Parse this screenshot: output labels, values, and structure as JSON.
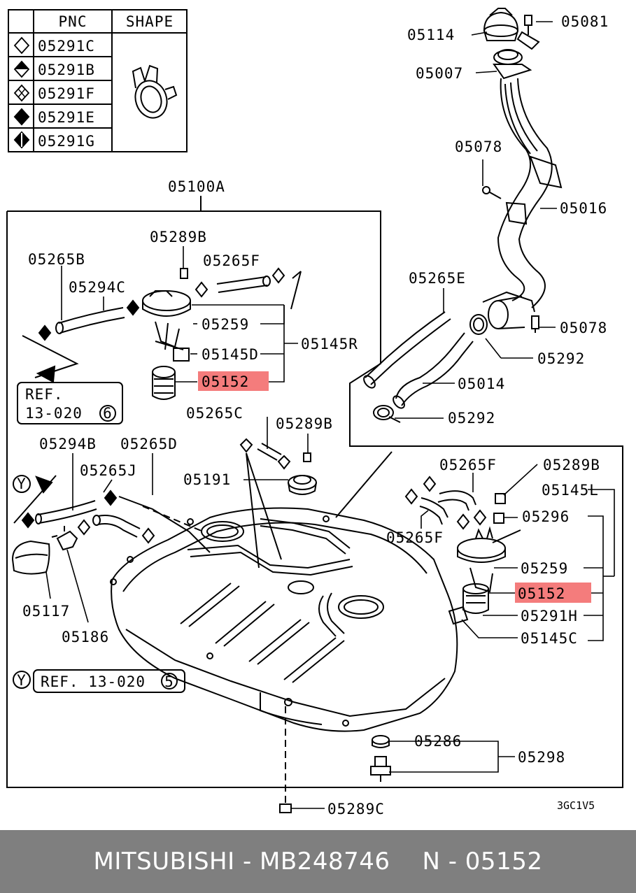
{
  "legend": {
    "header_pnc": "PNC",
    "header_shape": "SHAPE",
    "rows": [
      {
        "symbol": "diamond-outline-icon",
        "pnc": "05291C"
      },
      {
        "symbol": "diamond-half-icon",
        "pnc": "05291B"
      },
      {
        "symbol": "diamond-cross-icon",
        "pnc": "05291F"
      },
      {
        "symbol": "diamond-filled-icon",
        "pnc": "05291E"
      },
      {
        "symbol": "diamond-split-icon",
        "pnc": "05291G"
      }
    ]
  },
  "labels": {
    "p05081": "05081",
    "p05114": "05114",
    "p05007": "05007",
    "p05078a": "05078",
    "p05016": "05016",
    "p05100a": "05100A",
    "p05289b_top": "05289B",
    "p05265b": "05265B",
    "p05265f_top": "05265F",
    "p05294c": "05294C",
    "p05259_left": "05259",
    "p05145d": "05145D",
    "p05145r": "05145R",
    "p05152_left": "05152",
    "ref1_line1": "REF.",
    "ref1_line2": "13-020",
    "ref1_circle": "6",
    "p05265c": "05265C",
    "p05289b_mid": "05289B",
    "p05294b": "05294B",
    "p05265d": "05265D",
    "p05265j": "05265J",
    "y1": "Y",
    "p05191": "05191",
    "p05265e": "05265E",
    "p05078b": "05078",
    "p05292a": "05292",
    "p05014": "05014",
    "p05292b": "05292",
    "p05265f_right": "05265F",
    "p05289b_right": "05289B",
    "p05145l": "05145L",
    "p05296": "05296",
    "p05265f_low": "05265F",
    "p05259_right": "05259",
    "p05152_right": "05152",
    "p05291h": "05291H",
    "p05145c": "05145C",
    "p05117": "05117",
    "p05186": "05186",
    "y2": "Y",
    "ref2": "REF. 13-020",
    "ref2_circle": "5",
    "p05286": "05286",
    "p05298": "05298",
    "p05289c": "05289C",
    "diagram_code": "3GC1V5"
  },
  "footer": {
    "brand": "MITSUBISHI - MB248746",
    "pnc": "N - 05152"
  },
  "colors": {
    "highlight": "#f47c7c",
    "footer_background": "#7f7f7f",
    "footer_text": "#ffffff"
  }
}
